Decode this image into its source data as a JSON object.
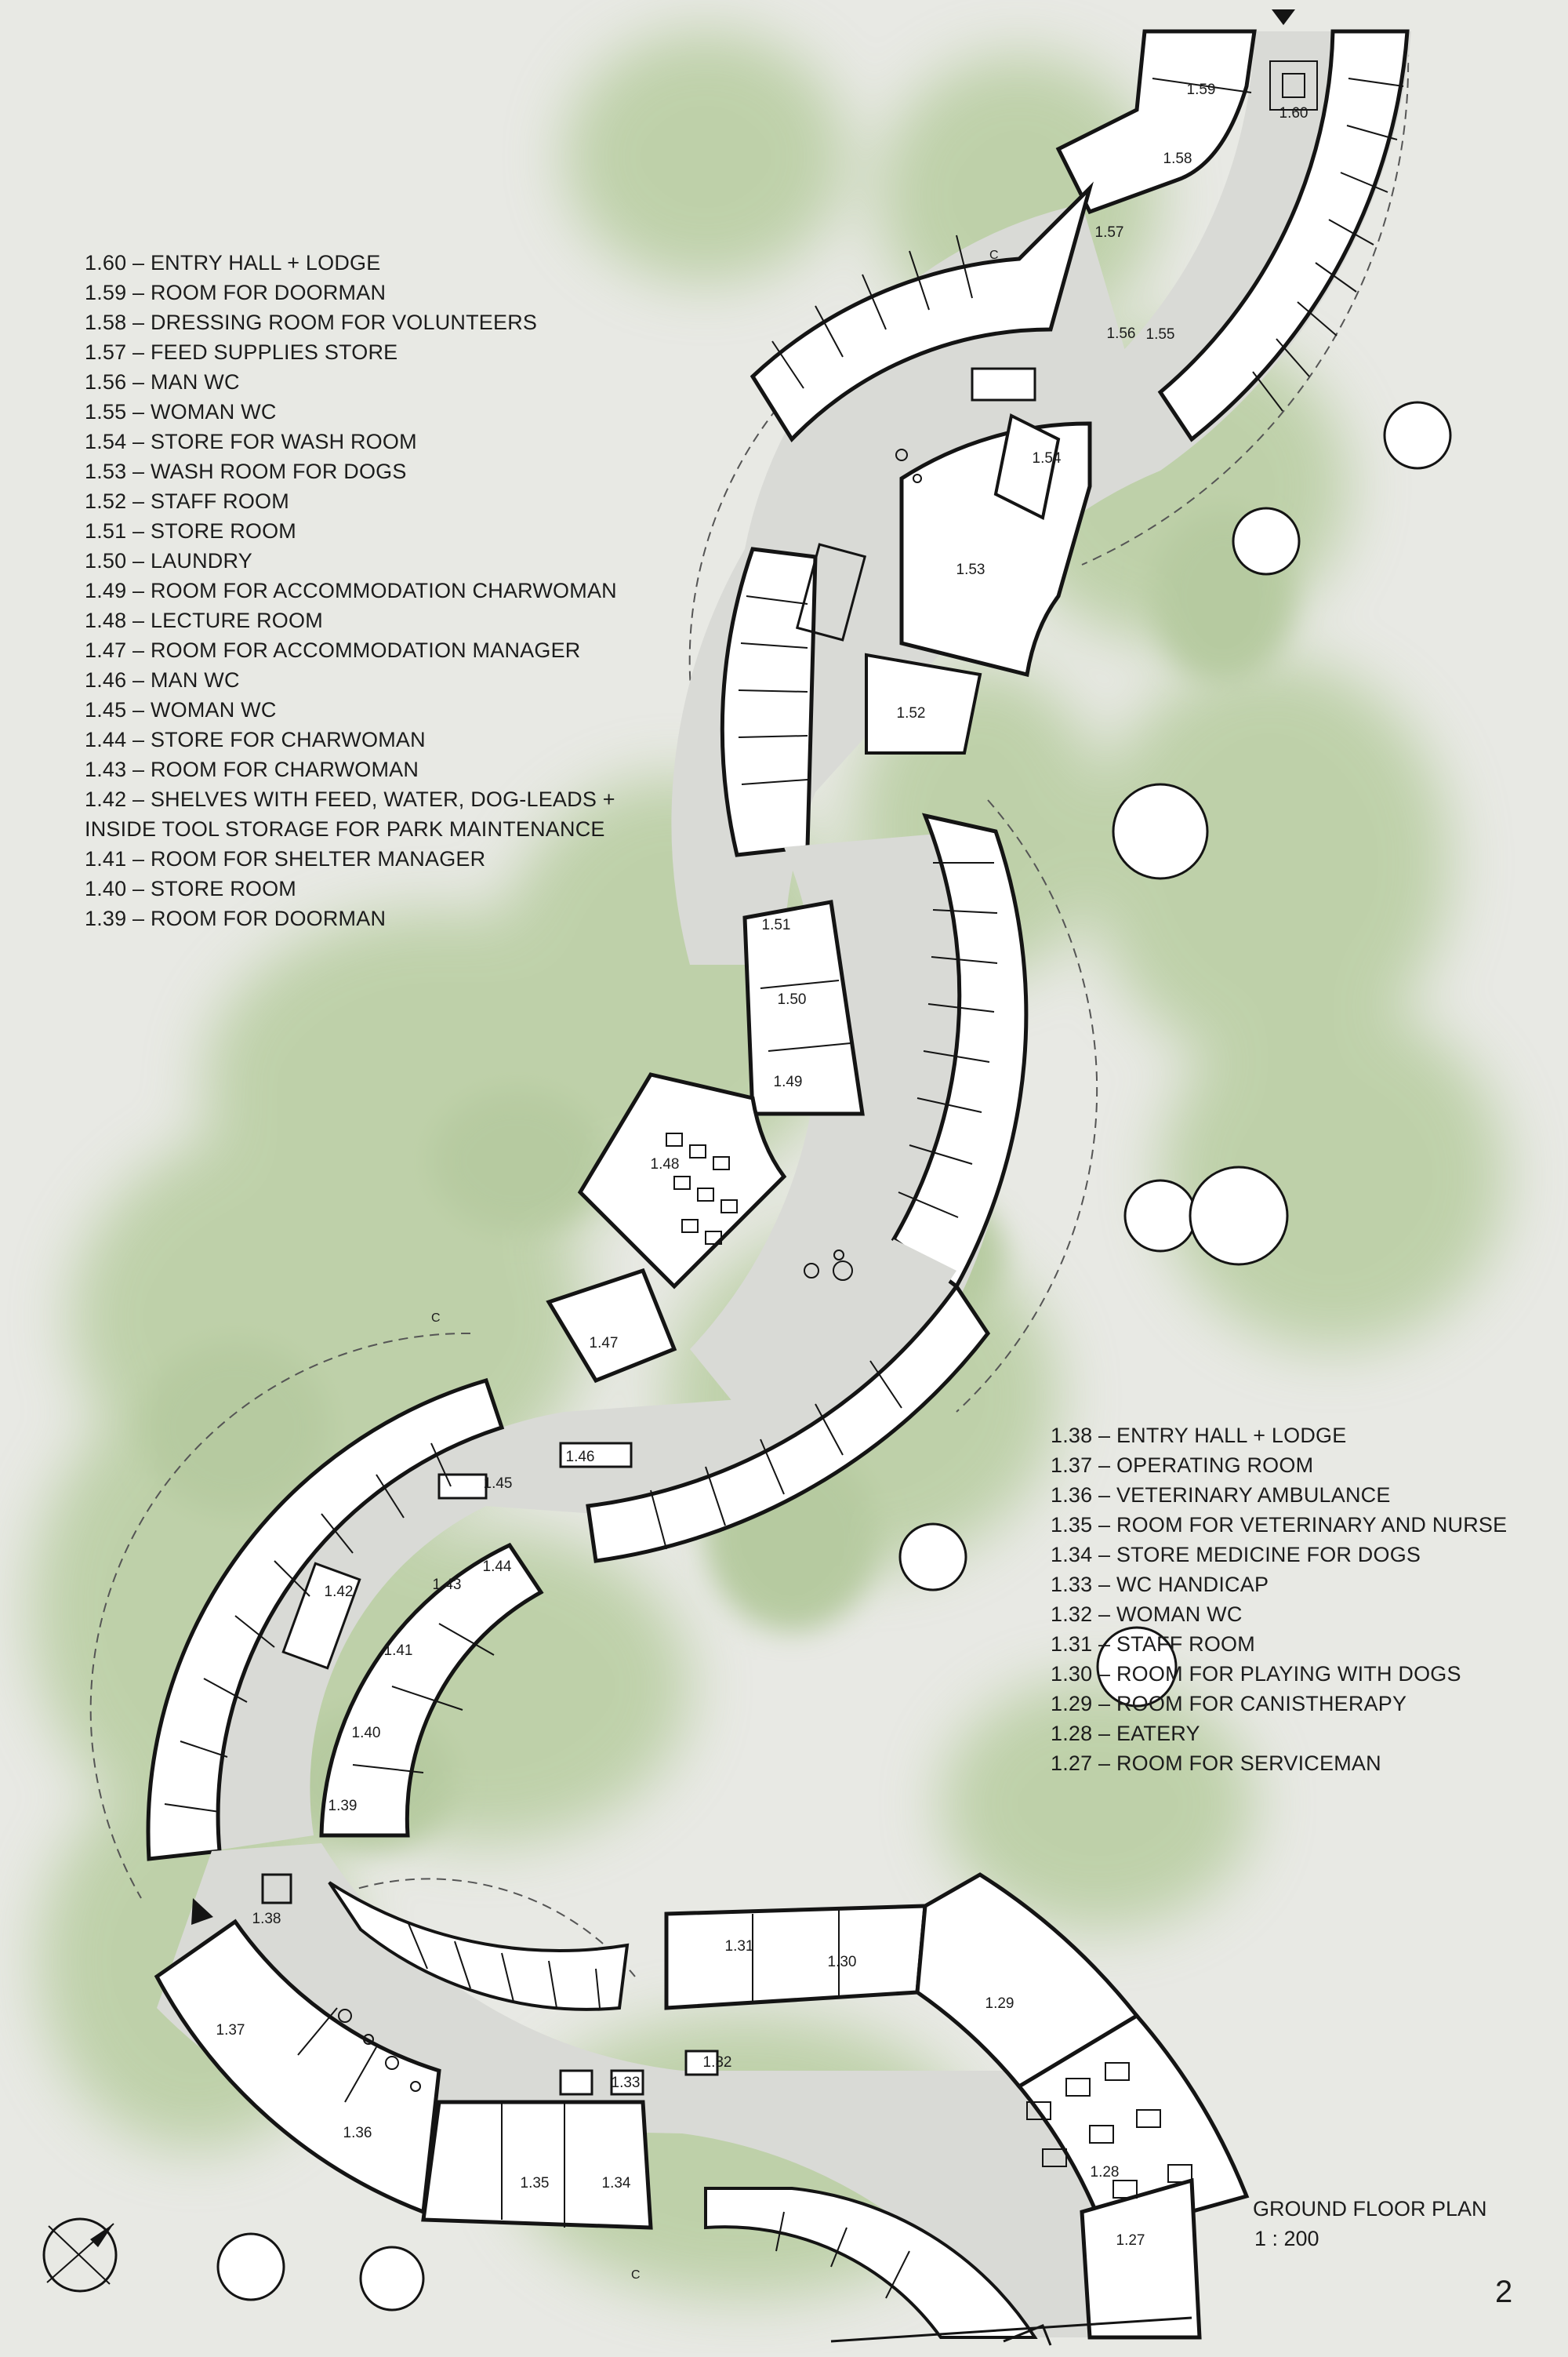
{
  "legend_top": [
    "1.60 – ENTRY HALL + LODGE",
    "1.59 – ROOM FOR DOORMAN",
    "1.58 – DRESSING ROOM FOR VOLUNTEERS",
    "1.57 – FEED SUPPLIES STORE",
    "1.56 – MAN WC",
    "1.55 – WOMAN WC",
    "1.54 – STORE FOR WASH ROOM",
    "1.53 – WASH ROOM FOR DOGS",
    "1.52 – STAFF ROOM",
    "1.51 – STORE ROOM",
    "1.50 – LAUNDRY",
    "1.49 – ROOM FOR ACCOMMODATION CHARWOMAN",
    "1.48 – LECTURE ROOM",
    "1.47 – ROOM FOR ACCOMMODATION MANAGER",
    "1.46 – MAN WC",
    "1.45 – WOMAN WC",
    "1.44 – STORE FOR CHARWOMAN",
    "1.43 – ROOM FOR CHARWOMAN",
    "1.42 – SHELVES WITH FEED, WATER, DOG-LEADS +",
    "INSIDE TOOL STORAGE FOR PARK MAINTENANCE",
    "1.41 – ROOM FOR SHELTER MANAGER",
    "1.40 – STORE ROOM",
    "1.39 – ROOM FOR DOORMAN"
  ],
  "legend_bottom": [
    "1.38 – ENTRY HALL + LODGE",
    "1.37 – OPERATING ROOM",
    "1.36 – VETERINARY AMBULANCE",
    "1.35 – ROOM FOR VETERINARY AND NURSE",
    "1.34 – STORE MEDICINE FOR DOGS",
    "1.33 – WC HANDICAP",
    "1.32 – WOMAN WC",
    "1.31 – STAFF ROOM",
    "1.30 – ROOM FOR PLAYING WITH DOGS",
    "1.29 – ROOM FOR CANISTHERAPY",
    "1.28 – EATERY",
    "1.27 – ROOM FOR SERVICEMAN"
  ],
  "rooms": [
    "1.60",
    "1.59",
    "1.58",
    "1.57",
    "1.56",
    "1.55",
    "1.54",
    "1.53",
    "1.52",
    "1.51",
    "1.50",
    "1.49",
    "1.48",
    "1.47",
    "1.46",
    "1.45",
    "1.44",
    "1.43",
    "1.42",
    "1.41",
    "1.40",
    "1.39",
    "1.38",
    "1.37",
    "1.36",
    "1.35",
    "1.34",
    "1.33",
    "1.32",
    "1.31",
    "1.30",
    "1.29",
    "1.28",
    "1.27"
  ],
  "section_markers": [
    "C",
    "C",
    "C"
  ],
  "plan_title": "GROUND FLOOR PLAN",
  "plan_scale": "1 : 200",
  "page_number": "2",
  "colors": {
    "background": "#e8e9e4",
    "vegetation": "#9dbd7a",
    "corridor": "#d9dad6",
    "room_fill": "#ffffff",
    "wall": "#141414"
  },
  "icons": [
    "entry-arrow-icon",
    "north-arrow-icon",
    "tree-icon"
  ]
}
